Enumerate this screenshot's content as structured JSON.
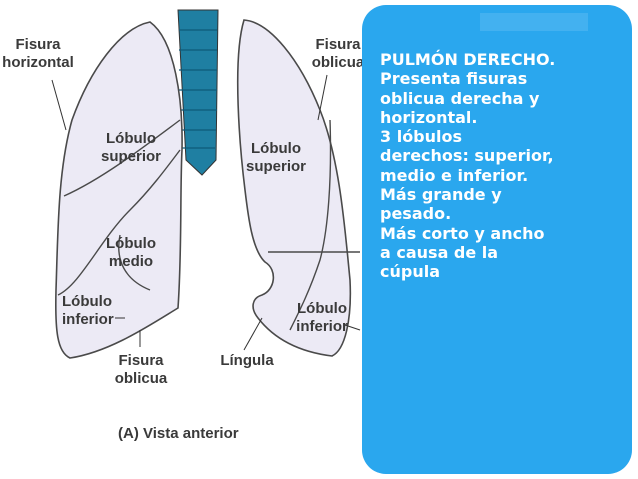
{
  "colors": {
    "panel": "#2aa7ee",
    "lung_fill": "#eceaf5",
    "lung_stroke": "#4a4a4a",
    "trachea": "#1f7fa2",
    "text_dark": "#3a3a3a",
    "text_light": "#ffffff"
  },
  "diagram": {
    "labels": {
      "fisura_horizontal": "Fisura\nhorizontal",
      "lobulo_superior_right": "Lóbulo\nsuperior",
      "lobulo_medio": "Lóbulo\nmedio",
      "lobulo_inferior_right": "Lóbulo\ninferior",
      "fisura_oblicua_bottom": "Fisura\noblicua",
      "fisura_oblicua_top": "Fisura\noblicua",
      "lobulo_superior_left": "Lóbulo\nsuperior",
      "lobulo_inferior_left": "Lóbulo\ninferior",
      "lingula": "Língula"
    },
    "caption": "(A) Vista anterior"
  },
  "panel": {
    "lines": [
      "PULMÓN DERECHO.",
      "Presenta fisuras\noblicua derecha y\nhorizontal.",
      "3 lóbulos\nderechos: superior,\nmedio e inferior.",
      "Más grande y\npesado.",
      "Más corto y ancho\na causa de la\ncúpula"
    ]
  }
}
